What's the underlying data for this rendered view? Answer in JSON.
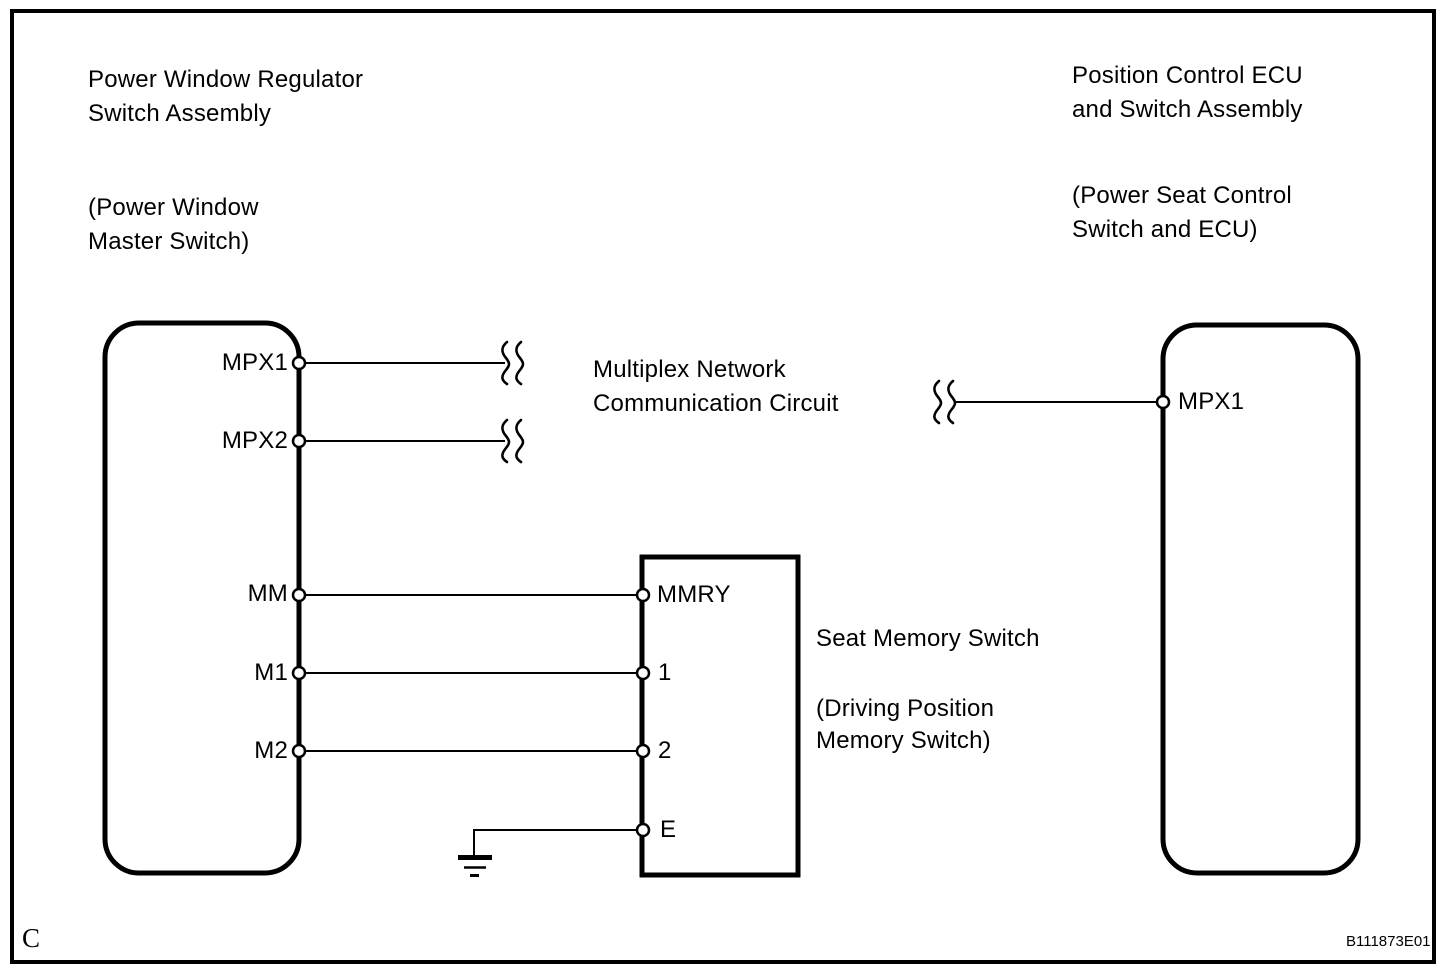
{
  "colors": {
    "ink": "#000000",
    "paper": "#ffffff"
  },
  "left_component": {
    "title": "Power Window Regulator\nSwitch Assembly",
    "subtitle": "(Power Window\nMaster Switch)",
    "pins": [
      "MPX1",
      "MPX2",
      "MM",
      "M1",
      "M2"
    ]
  },
  "right_component": {
    "title": "Position Control ECU\nand Switch Assembly",
    "subtitle": "(Power Seat Control\nSwitch and ECU)",
    "pins": [
      "MPX1"
    ]
  },
  "memory_switch": {
    "title": "Seat Memory Switch",
    "subtitle": "(Driving Position\nMemory Switch)",
    "pins": [
      "MMRY",
      "1",
      "2",
      "E"
    ]
  },
  "bus_label": "Multiplex Network\nCommunication Circuit",
  "footer": {
    "section_label": "C",
    "figure_code": "B111873E01"
  }
}
